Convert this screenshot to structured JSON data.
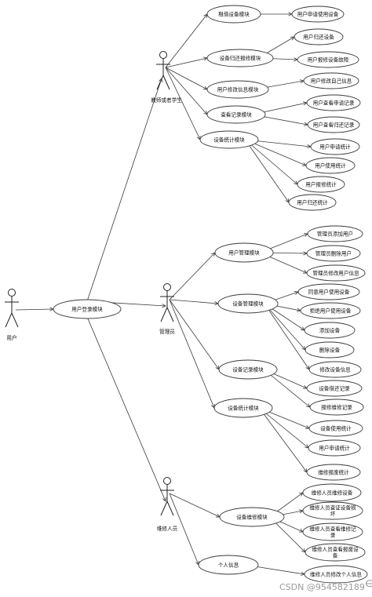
{
  "actors": [
    {
      "id": "user",
      "label": "用户"
    },
    {
      "id": "teacher",
      "label": "教师或者学生"
    },
    {
      "id": "admin",
      "label": "管理员"
    },
    {
      "id": "repairer",
      "label": "维修人员"
    }
  ],
  "modules": [
    {
      "id": "login",
      "label": "用户登录模块"
    },
    {
      "id": "rent",
      "label": "租借设备模块"
    },
    {
      "id": "report",
      "label": "设备归还报修模块"
    },
    {
      "id": "profile",
      "label": "用户修改信息模块"
    },
    {
      "id": "record_t",
      "label": "查看记录模块"
    },
    {
      "id": "stat_t",
      "label": "设备统计模块"
    },
    {
      "id": "usermgmt",
      "label": "用户管理模块"
    },
    {
      "id": "devmgmt",
      "label": "设备管理模块"
    },
    {
      "id": "record_a",
      "label": "设备记录模块"
    },
    {
      "id": "stat_a",
      "label": "设备统计模块"
    },
    {
      "id": "repair",
      "label": "设备维修模块"
    },
    {
      "id": "personal",
      "label": "个人信息"
    }
  ],
  "functions": [
    {
      "id": "f1",
      "label": "用户申请使用设备"
    },
    {
      "id": "f2",
      "label": "用户归还设备"
    },
    {
      "id": "f3",
      "label": "用户报修设备故障"
    },
    {
      "id": "f4",
      "label": "用户修改自己信息"
    },
    {
      "id": "f5",
      "label": "用户查看申请记录"
    },
    {
      "id": "f6",
      "label": "用户查看归还记录"
    },
    {
      "id": "f7",
      "label": "用户申请统计"
    },
    {
      "id": "f8",
      "label": "用户使用统计"
    },
    {
      "id": "f9",
      "label": "用户报修统计"
    },
    {
      "id": "f10",
      "label": "用户归还统计"
    },
    {
      "id": "f11",
      "label": "管理员添加用户"
    },
    {
      "id": "f12",
      "label": "管理员删除用户"
    },
    {
      "id": "f13",
      "label": "管理员修改用户信息"
    },
    {
      "id": "f14",
      "label": "同意用户使用设备"
    },
    {
      "id": "f15",
      "label": "拒绝用户使用设备"
    },
    {
      "id": "f16",
      "label": "添加设备"
    },
    {
      "id": "f17",
      "label": "删除设备"
    },
    {
      "id": "f18",
      "label": "修改设备信息"
    },
    {
      "id": "f19",
      "label": "设备借还记录"
    },
    {
      "id": "f20",
      "label": "报修维修记录"
    },
    {
      "id": "f21",
      "label": "设备使用统计"
    },
    {
      "id": "f22",
      "label": "用户申请统计"
    },
    {
      "id": "f23",
      "label": "维修报废统计"
    },
    {
      "id": "f24",
      "label": "维修人员维修设备"
    },
    {
      "id": "f25",
      "label": "维修人员查证设备损坏"
    },
    {
      "id": "f26",
      "label": "维修人员查看维修记录"
    },
    {
      "id": "f27",
      "label": "维修人员查看报废设备"
    },
    {
      "id": "f28",
      "label": "维修人员修改个人信息"
    }
  ],
  "edges": [
    [
      "user",
      "login"
    ],
    [
      "login",
      "teacher"
    ],
    [
      "login",
      "admin"
    ],
    [
      "login",
      "repairer"
    ],
    [
      "teacher",
      "rent"
    ],
    [
      "teacher",
      "report"
    ],
    [
      "teacher",
      "profile"
    ],
    [
      "teacher",
      "record_t"
    ],
    [
      "teacher",
      "stat_t"
    ],
    [
      "rent",
      "f1"
    ],
    [
      "report",
      "f2"
    ],
    [
      "report",
      "f3"
    ],
    [
      "profile",
      "f4"
    ],
    [
      "record_t",
      "f5"
    ],
    [
      "record_t",
      "f6"
    ],
    [
      "stat_t",
      "f7"
    ],
    [
      "stat_t",
      "f8"
    ],
    [
      "stat_t",
      "f9"
    ],
    [
      "stat_t",
      "f10"
    ],
    [
      "admin",
      "usermgmt"
    ],
    [
      "admin",
      "devmgmt"
    ],
    [
      "admin",
      "record_a"
    ],
    [
      "admin",
      "stat_a"
    ],
    [
      "usermgmt",
      "f11"
    ],
    [
      "usermgmt",
      "f12"
    ],
    [
      "usermgmt",
      "f13"
    ],
    [
      "devmgmt",
      "f14"
    ],
    [
      "devmgmt",
      "f15"
    ],
    [
      "devmgmt",
      "f16"
    ],
    [
      "devmgmt",
      "f17"
    ],
    [
      "devmgmt",
      "f18"
    ],
    [
      "record_a",
      "f19"
    ],
    [
      "record_a",
      "f20"
    ],
    [
      "stat_a",
      "f21"
    ],
    [
      "stat_a",
      "f22"
    ],
    [
      "stat_a",
      "f23"
    ],
    [
      "repairer",
      "repair"
    ],
    [
      "repairer",
      "personal"
    ],
    [
      "repair",
      "f24"
    ],
    [
      "repair",
      "f25"
    ],
    [
      "repair",
      "f26"
    ],
    [
      "repair",
      "f27"
    ],
    [
      "personal",
      "f28"
    ]
  ],
  "watermark": {
    "text": "CSDN @954582189",
    "mark": "∈"
  }
}
